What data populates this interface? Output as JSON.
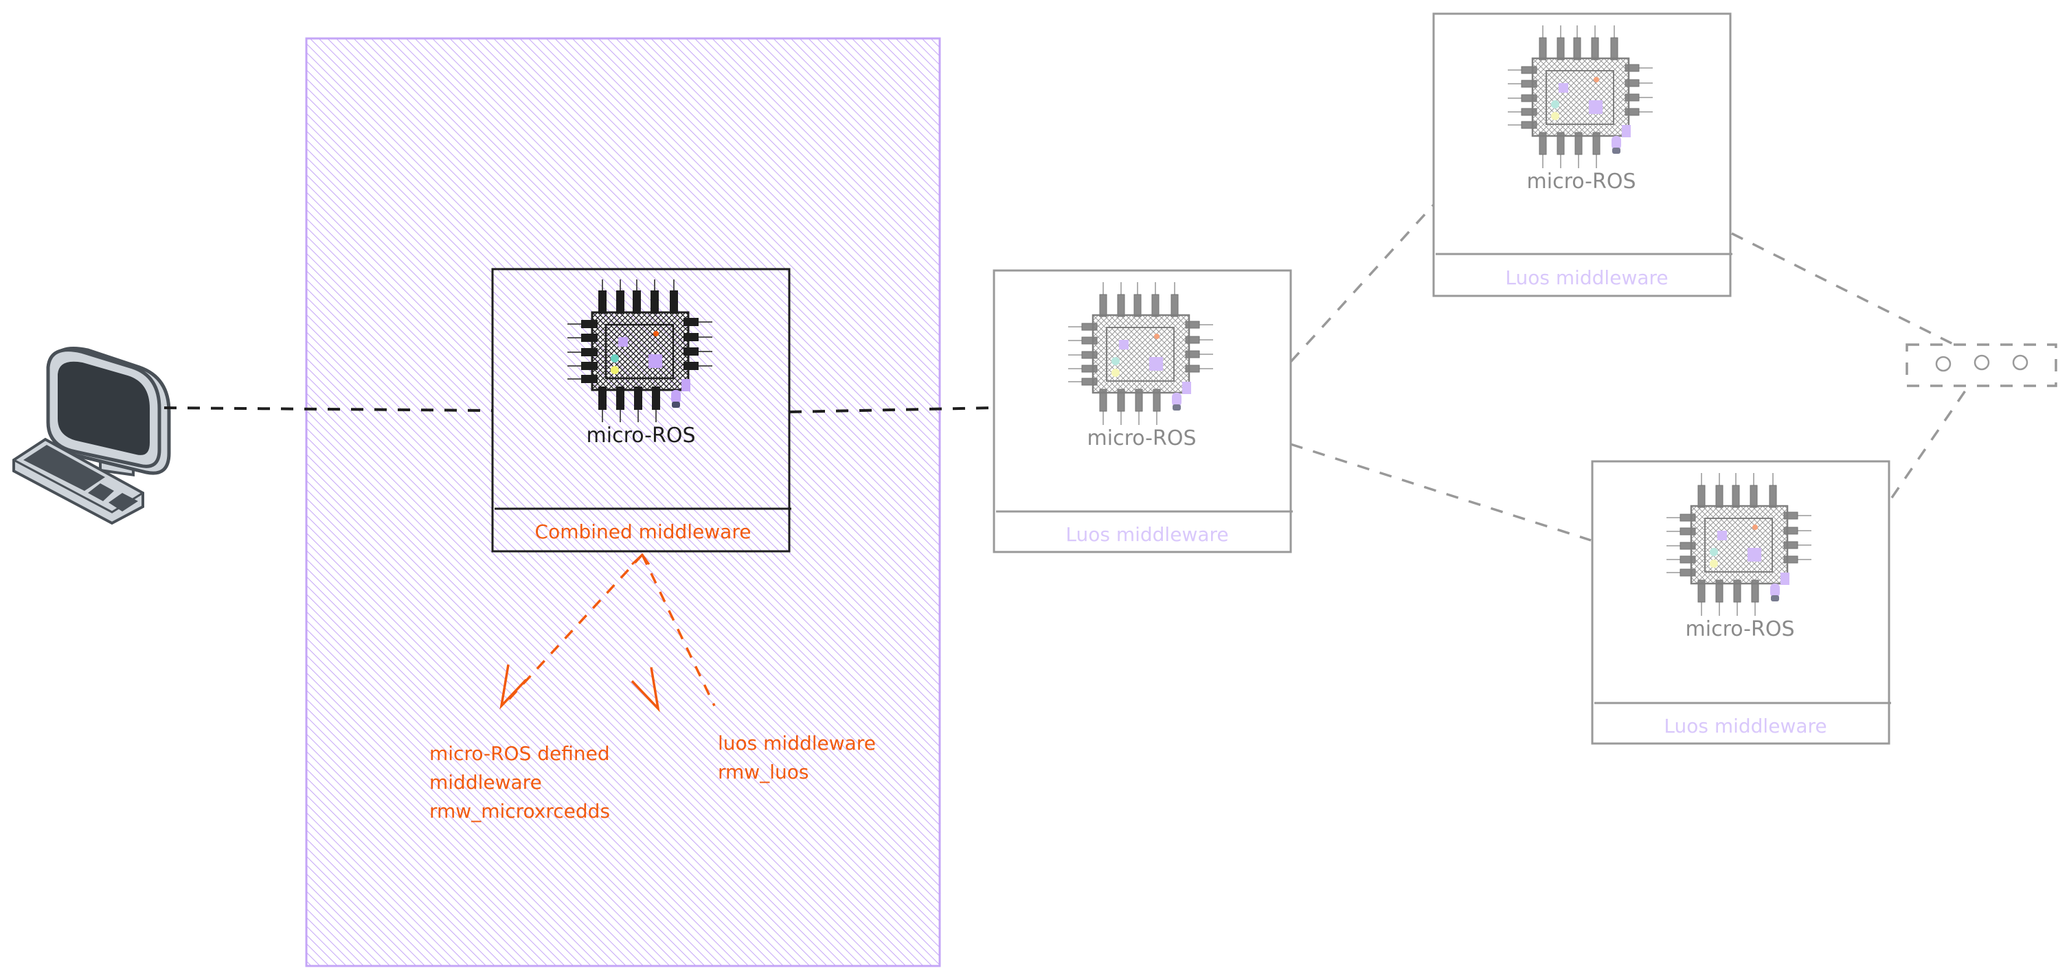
{
  "diagram": {
    "colors": {
      "hatch": "#c4a5f7",
      "orange": "#f25a0f",
      "lilac_text": "#d9c8fb",
      "grey_stroke": "#999999",
      "dark_stroke": "#1e1e1e",
      "computer_dark": "#343a40",
      "computer_light": "#ced4da"
    },
    "computer": {
      "icon": "desktop-computer-icon"
    },
    "group": {
      "label": ""
    },
    "main_node": {
      "title": "micro-ROS",
      "footer": "Combined middleware",
      "icon": "microcontroller-chip-icon"
    },
    "annotations": [
      {
        "lines": [
          "micro-ROS defined",
          "middleware",
          "rmw_microxrcedds"
        ]
      },
      {
        "lines": [
          "luos middleware",
          "rmw_luos"
        ]
      }
    ],
    "luos_nodes": [
      {
        "title": "micro-ROS",
        "footer": "Luos middleware",
        "icon": "microcontroller-chip-icon"
      },
      {
        "title": "micro-ROS",
        "footer": "Luos middleware",
        "icon": "microcontroller-chip-icon"
      },
      {
        "title": "micro-ROS",
        "footer": "Luos middleware",
        "icon": "microcontroller-chip-icon"
      }
    ],
    "more_nodes": {
      "icon": "ellipsis-icon",
      "count": 3
    }
  }
}
